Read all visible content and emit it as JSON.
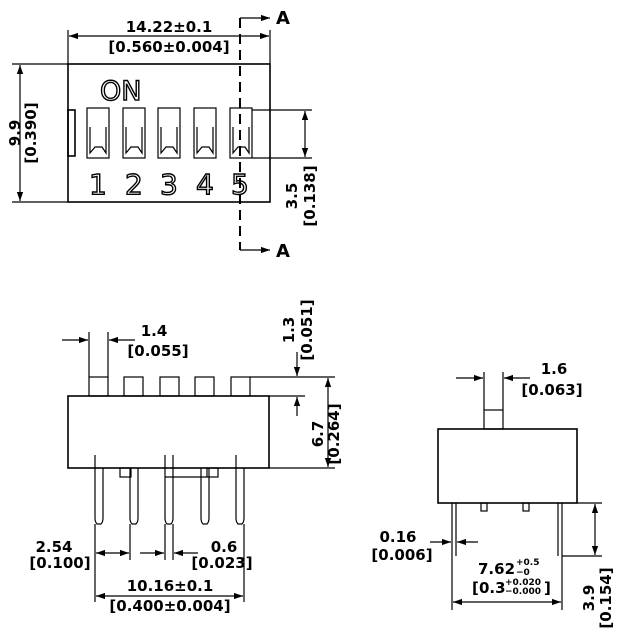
{
  "section_mark": "A",
  "switch_markings": {
    "on": "ON",
    "positions": [
      "1",
      "2",
      "3",
      "4",
      "5"
    ]
  },
  "dimensions": {
    "overall_width": "14.22±0.1",
    "overall_width_in": "[0.560±0.004]",
    "height": "9.9",
    "height_in": "[0.390]",
    "actuator_travel": "3.5",
    "actuator_travel_in": "[0.138]",
    "actuator_width": "1.4",
    "actuator_width_in": "[0.055]",
    "actuator_height": "1.3",
    "actuator_height_in": "[0.051]",
    "body_height": "6.7",
    "body_height_in": "[0.264]",
    "pin_pitch": "2.54",
    "pin_pitch_in": "[0.100]",
    "pin_width": "0.6",
    "pin_width_in": "[0.023]",
    "pin_span": "10.16±0.1",
    "pin_span_in": "[0.400±0.004]",
    "side_actuator_width": "1.6",
    "side_actuator_width_in": "[0.063]",
    "pin_thickness": "0.16",
    "pin_thickness_in": "[0.006]",
    "row_spacing_main": "7.62",
    "row_spacing_tol_plus": "+0.5",
    "row_spacing_tol_minus": "−0",
    "row_spacing_in_open": "[",
    "row_spacing_in_main": "0.3",
    "row_spacing_in_tol_plus": "+0.020",
    "row_spacing_in_tol_minus": "−0.000",
    "row_spacing_in_close": "]",
    "pin_length": "3.9",
    "pin_length_in": "[0.154]"
  }
}
